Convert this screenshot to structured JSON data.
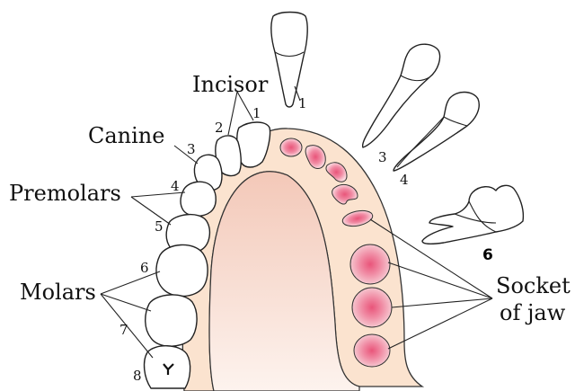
{
  "labels": {
    "incisor": "Incisor",
    "canine": "Canine",
    "premolars": "Premolars",
    "molars": "Molars",
    "socket_line1": "Socket",
    "socket_line2": "of jaw"
  },
  "numbers": {
    "n1_top": "1",
    "n1": "1",
    "n2": "2",
    "n3": "3",
    "n4": "4",
    "n5": "5",
    "n6": "6",
    "n7": "7",
    "n8": "8",
    "r3": "3",
    "r4": "4",
    "r6": "6"
  },
  "colors": {
    "gum": "#fbe3cf",
    "palate_top": "#f3c8b8",
    "palate_bottom": "#fdf3ee",
    "socket": "#e9557a",
    "tooth": "#ffffff",
    "outline": "#222222"
  }
}
